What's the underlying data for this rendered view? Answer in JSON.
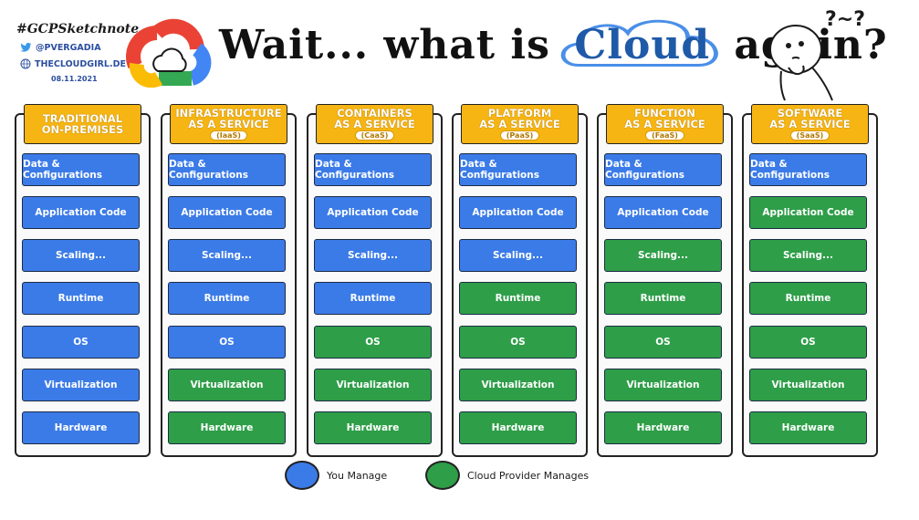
{
  "header": {
    "hashtag": "#GCPSketchnote",
    "twitter_handle": "@PVERGADIA",
    "website": "THECLOUDGIRL.DEV",
    "date": "08.11.2021"
  },
  "title": {
    "part1": "Wait... what is",
    "cloud": "Cloud",
    "part2": "again?",
    "thought_marks": "?~?"
  },
  "colors": {
    "you_manage": "#3b7be8",
    "provider_manages": "#2e9e48",
    "header": "#f7b513"
  },
  "models": [
    {
      "line1": "TRADITIONAL",
      "line2": "ON-PREMISES",
      "abbr": "",
      "managed_by_you": 7
    },
    {
      "line1": "INFRASTRUCTURE",
      "line2": "AS A SERVICE",
      "abbr": "(IaaS)",
      "managed_by_you": 5
    },
    {
      "line1": "CONTAINERS",
      "line2": "AS A SERVICE",
      "abbr": "(CaaS)",
      "managed_by_you": 4
    },
    {
      "line1": "PLATFORM",
      "line2": "AS A SERVICE",
      "abbr": "(PaaS)",
      "managed_by_you": 3
    },
    {
      "line1": "FUNCTION",
      "line2": "AS A SERVICE",
      "abbr": "(FaaS)",
      "managed_by_you": 2
    },
    {
      "line1": "SOFTWARE",
      "line2": "AS A SERVICE",
      "abbr": "(SaaS)",
      "managed_by_you": 1
    }
  ],
  "layers": [
    "Data & Configurations",
    "Application Code",
    "Scaling...",
    "Runtime",
    "OS",
    "Virtualization",
    "Hardware"
  ],
  "legend": {
    "you_manage": "You Manage",
    "provider_manages": "Cloud Provider Manages"
  }
}
